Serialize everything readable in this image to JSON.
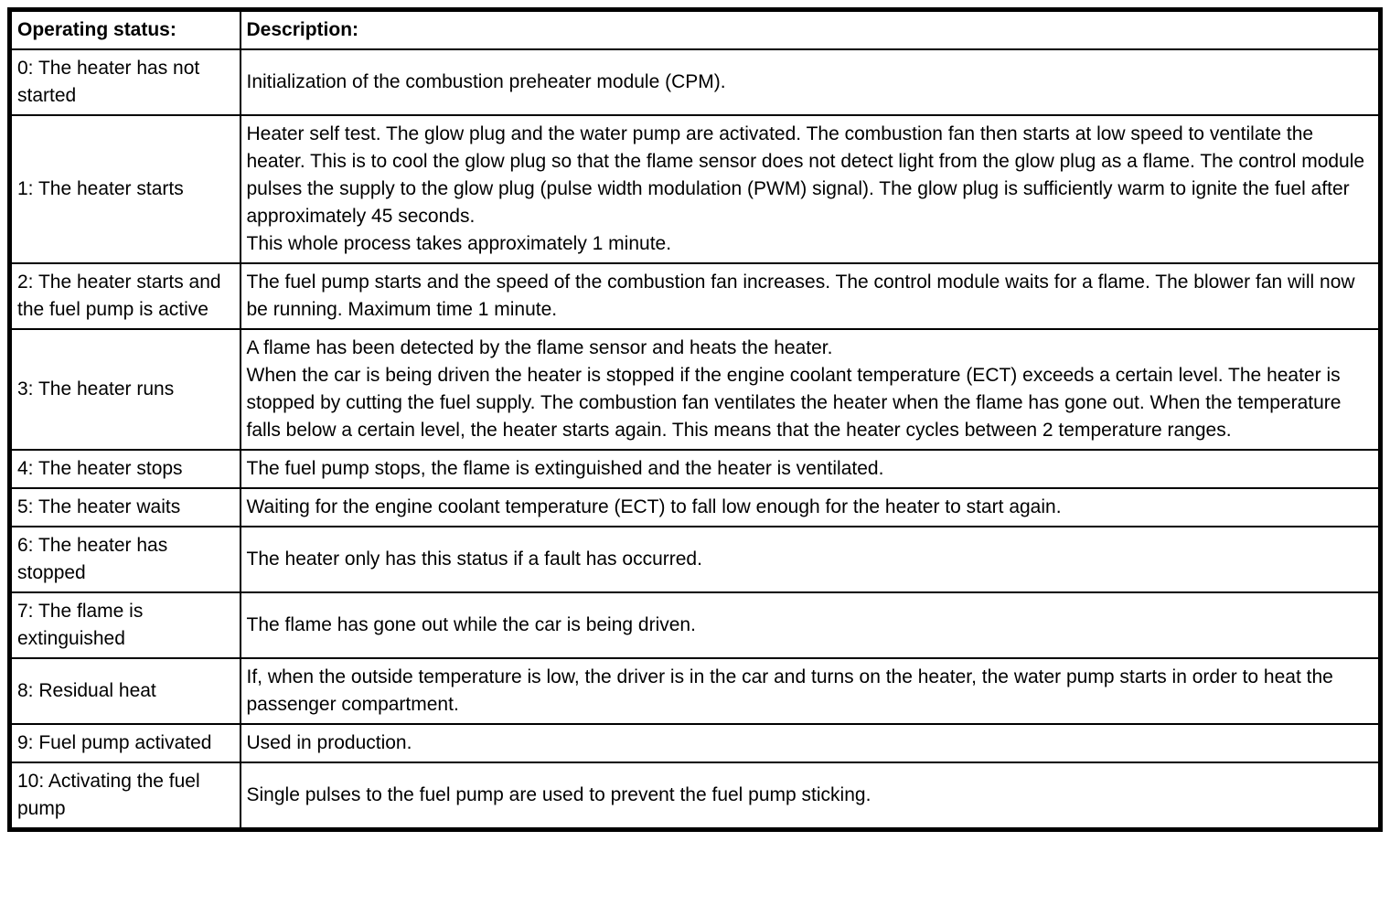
{
  "table": {
    "headers": {
      "status": "Operating status:",
      "description": "Description:"
    },
    "rows": [
      {
        "status": "0: The heater has not started",
        "description": "Initialization of the combustion preheater module (CPM)."
      },
      {
        "status": "1: The heater starts",
        "description": "Heater self test. The glow plug and the water pump are activated. The combustion fan then starts at low speed to ventilate the heater. This is to cool the glow plug so that the flame sensor does not detect light from the glow plug as a flame. The control module pulses the supply to the glow plug (pulse width modulation (PWM) signal). The glow plug is sufficiently warm to ignite the fuel after approximately 45 seconds.\nThis whole process takes approximately 1 minute."
      },
      {
        "status": "2: The heater starts and the fuel pump is active",
        "description": "The fuel pump starts and the speed of the combustion fan increases. The control module waits for a flame. The blower fan will now be running. Maximum time 1 minute."
      },
      {
        "status": "3: The heater runs",
        "description": "A flame has been detected by the flame sensor and heats the heater.\nWhen the car is being driven the heater is stopped if the engine coolant temperature (ECT) exceeds a certain level. The heater is stopped by cutting the fuel supply. The combustion fan ventilates the heater when the flame has gone out. When the temperature falls below a certain level, the heater starts again. This means that the heater cycles between 2 temperature ranges."
      },
      {
        "status": "4: The heater stops",
        "description": "The fuel pump stops, the flame is extinguished and the heater is ventilated."
      },
      {
        "status": "5: The heater waits",
        "description": "Waiting for the engine coolant temperature (ECT) to fall low enough for the heater to start again."
      },
      {
        "status": "6: The heater has stopped",
        "description": "The heater only has this status if a fault has occurred."
      },
      {
        "status": "7: The flame is extinguished",
        "description": "The flame has gone out while the car is being driven."
      },
      {
        "status": "8: Residual heat",
        "description": "If, when the outside temperature is low, the driver is in the car and turns on the heater, the water pump starts in order to heat the passenger compartment."
      },
      {
        "status": "9: Fuel pump activated",
        "description": "Used in production."
      },
      {
        "status": "10: Activating the fuel pump",
        "description": "Single pulses to the fuel pump are used to prevent the fuel pump sticking."
      }
    ]
  }
}
